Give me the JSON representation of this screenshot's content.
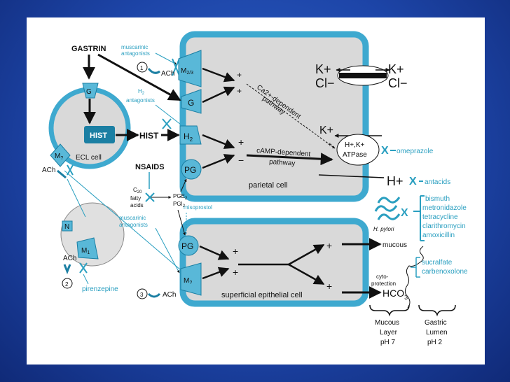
{
  "colors": {
    "slide_bg": "#1d45a8",
    "panel": "#ffffff",
    "cell_fill": "#d9d9d9",
    "cell_border": "#3ea9cf",
    "receptor": "#59b8d8",
    "dark_cyan": "#1b7fa3",
    "black": "#111111"
  },
  "labels": {
    "gastrin": "GASTRIN",
    "musc_ant_1a": "muscarinic",
    "musc_ant_1b": "antagonists",
    "num1": "1",
    "num2": "2",
    "num3": "3",
    "ach": "ACh",
    "m23_m": "M",
    "m23_sub": "2/3",
    "g_receptor": "G",
    "h2_ant_h": "H",
    "h2_ant_sub": "2",
    "h2_ant_b": "antagonists",
    "hist_box": "HIST",
    "hist": "HIST",
    "h2_h": "H",
    "h2_sub": "2",
    "pg": "PG",
    "ecl_cell": "ECL cell",
    "ecl_g": "G",
    "mq_m": "M",
    "mq_sub": "?",
    "nsaids": "NSAIDS",
    "c20a_c": "C",
    "c20a_sub": "20",
    "c20b": "fatty",
    "c20c": "acids",
    "pge2_a": "PGE",
    "pge2_sub": "2",
    "pgi2_a": "PGI",
    "pgi2_sub": "2",
    "misoprostol": "misoprostol",
    "musc_ant_2a": "muscarinic",
    "musc_ant_2b": "antagonists",
    "n_box": "N",
    "m1_m": "M",
    "m1_sub": "1",
    "pirenzepine": "pirenzepine",
    "ca_path_1": "Ca2+-dependent",
    "ca_path_2": "pathway",
    "camp_path_1": "cAMP-dependent",
    "camp_path_2": "pathway",
    "parietal_cell": "parietal cell",
    "k_plus": "K+",
    "cl_minus": "Cl−",
    "atpase_1": "H+,K+",
    "atpase_2": "ATPase",
    "omeprazole": "omeprazole",
    "h_plus": "H+",
    "antacids": "antacids",
    "x_mark": "X",
    "bismuth": "bismuth",
    "metronidazole": "metronidazole",
    "tetracycline": "tetracycline",
    "clarithromycin": "clarithromycin",
    "amoxicillin": "amoxicillin",
    "h_pylori": "H. pylori",
    "pg_lower": "PG",
    "mq2_m": "M",
    "mq2_sub": "?",
    "superficial_cell": "superficial epithelial cell",
    "mucous": "mucous",
    "cyto_1": "cyto-",
    "cyto_2": "protection",
    "hco3_a": "HCO",
    "hco3_sub": "3",
    "sucralfate": "sucralfate",
    "carbenoxolone": "carbenoxolone",
    "mucous_layer_1": "Mucous",
    "mucous_layer_2": "Layer",
    "mucous_layer_3": "pH 7",
    "gastric_lumen_1": "Gastric",
    "gastric_lumen_2": "Lumen",
    "gastric_lumen_3": "pH 2",
    "plus": "+",
    "minus": "−"
  }
}
